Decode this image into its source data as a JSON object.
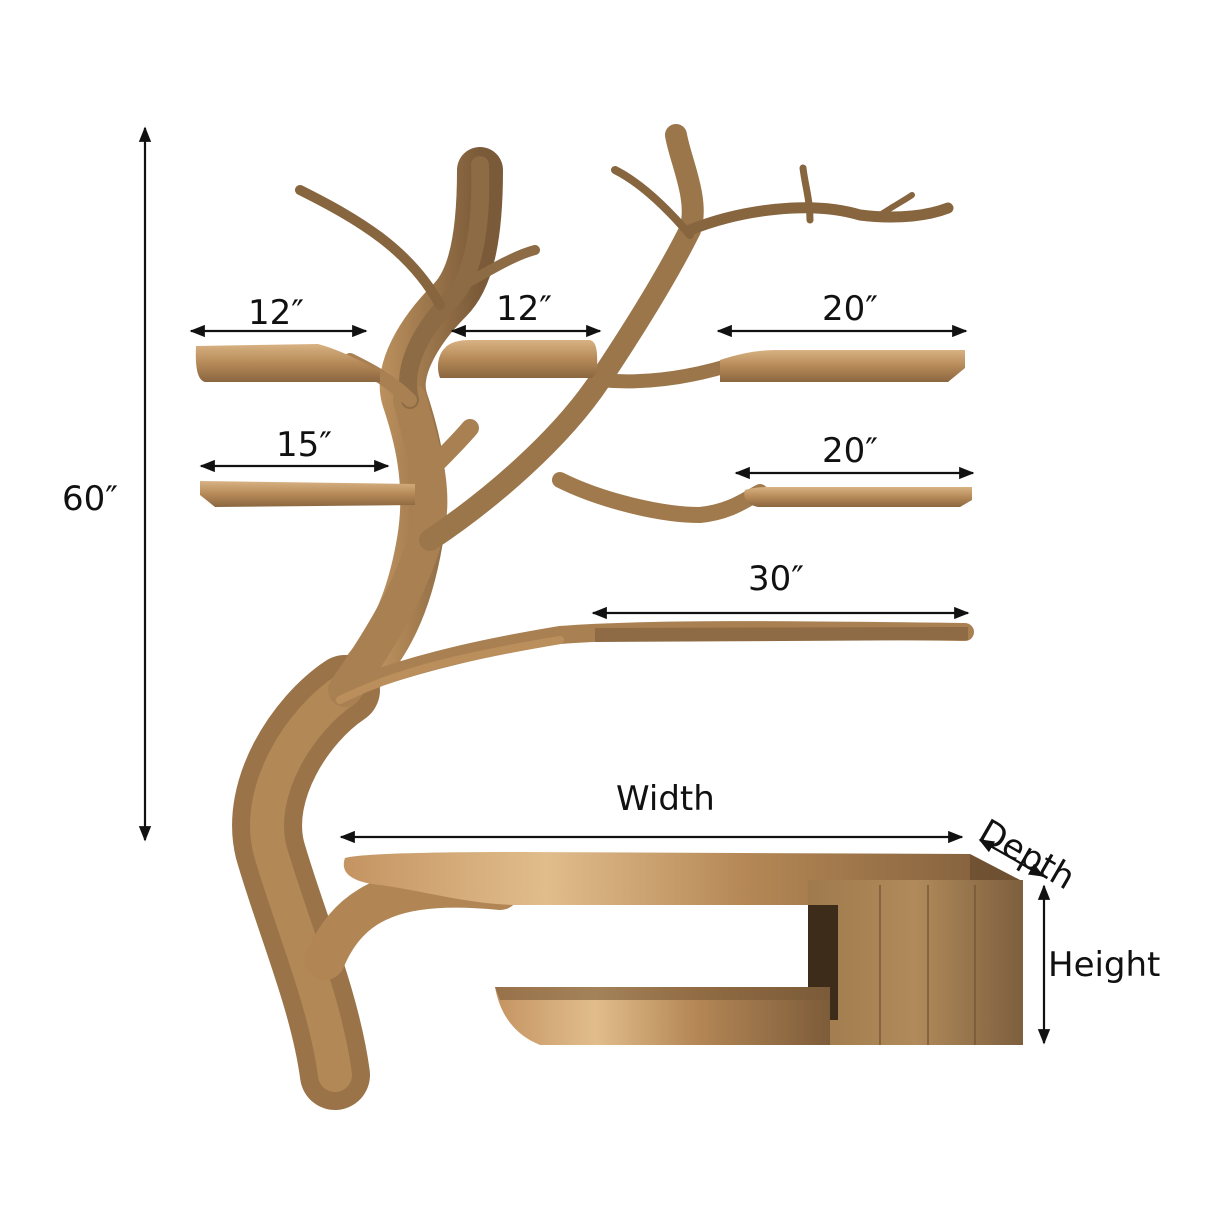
{
  "diagram": {
    "title": "Tree branch shelf console dimensions",
    "colors": {
      "background": "#ffffff",
      "ink": "#111111",
      "wood_light": "#c79a64",
      "wood_mid": "#a67c4e",
      "wood_dark": "#7a5a38",
      "wood_shadow": "#5c4128"
    },
    "overall_height": {
      "label": "60″"
    },
    "shelves": [
      {
        "id": "top-left",
        "label": "12″"
      },
      {
        "id": "top-middle",
        "label": "12″"
      },
      {
        "id": "top-right",
        "label": "20″"
      },
      {
        "id": "middle-left",
        "label": "15″"
      },
      {
        "id": "middle-right",
        "label": "20″"
      },
      {
        "id": "bottom-branch",
        "label": "30″"
      }
    ],
    "console": {
      "width_label": "Width",
      "depth_label": "Depth",
      "height_label": "Height"
    }
  }
}
